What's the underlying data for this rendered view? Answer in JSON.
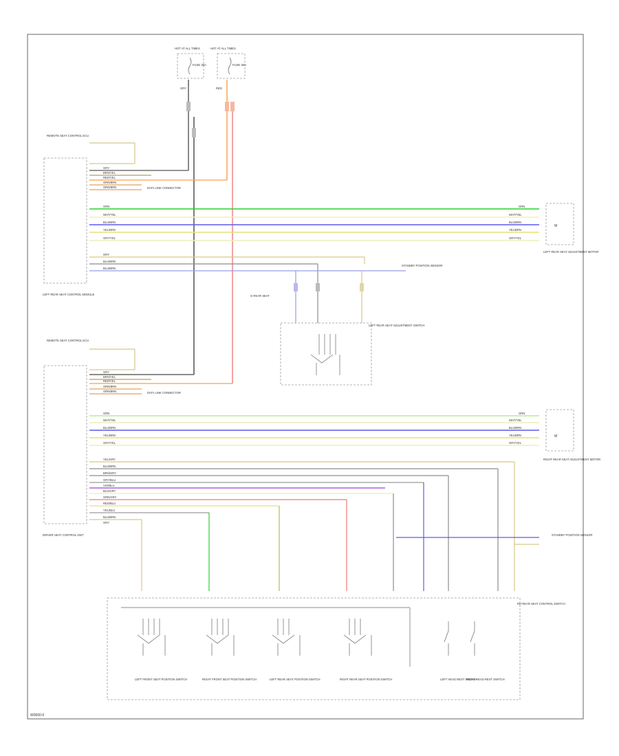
{
  "footer_code": "W0000-0",
  "colors": {
    "green": "#2bd12b",
    "blue": "#5a5af0",
    "yellow": "#e7e07a",
    "pale_yellow": "#eeeebb",
    "orange": "#f5a04a",
    "red": "#f07a7a",
    "grey": "#8c8c8c",
    "dark": "#333333",
    "tan": "#d8c68a",
    "violet": "#b060d8",
    "olive": "#9a9a60"
  },
  "fuses": [
    {
      "header": "HOT AT ALL TIMES",
      "label": "FUSE 35A",
      "wire": "GRY"
    },
    {
      "header": "HOT AT ALL TIMES",
      "label": "FUSE 30A",
      "wire": "RED"
    }
  ],
  "left_rear_module": {
    "label": "LEFT REAR SEAT CONTROL MODULE",
    "feed_label": "REMOTE SEAT CONTROL ECU",
    "pins": [
      "GRY",
      "BRN/YEL",
      "RED/YEL",
      "ORN/BRN",
      "ORN/BRN",
      "GRN",
      "WHT/YEL",
      "BLU/BRN",
      "YEL/BRN",
      "GRY/YEL",
      "GRY",
      "BLU/BRN",
      "BLU/BRN"
    ],
    "note": "DATA LINK CONNECTOR",
    "ground_label": "G REAR SEAT",
    "switch_label": "LEFT REAR SEAT ADJUSTMENT SWITCH",
    "sensor_label": "STANDBY POSITION SENSOR"
  },
  "right_module": {
    "label": "LEFT REAR SEAT ADJUSTMENT MOTOR",
    "pins": [
      "GRN",
      "WHT/YEL",
      "BLU/BRN",
      "YEL/BRN",
      "GRY/YEL"
    ]
  },
  "driver_module": {
    "label": "DRIVER SEAT CONTROL UNIT",
    "feed_label": "REMOTE SEAT CONTROL ECU",
    "pins": [
      "GRY",
      "BRN/YEL",
      "RED/YEL",
      "ORN/BRN",
      "ORN/BRN",
      "GRN",
      "WHT/YEL",
      "BLU/BRN",
      "YEL/BRN",
      "GRY/YEL",
      "YEL/GRY",
      "BLU/BRN",
      "BRN/GRY",
      "GRY/BLU",
      "VIO/BLU",
      "BLU/GRY",
      "GRN/GRY",
      "RED/BLU",
      "YEL/BLU",
      "BLU/BRN",
      "GRY"
    ],
    "note": "DATA LINK CONNECTOR"
  },
  "right_module2": {
    "label": "RIGHT REAR SEAT ADJUSTMENT MOTOR",
    "pins": [
      "GRN",
      "WHT/YEL",
      "BLU/BRN",
      "YEL/BRN",
      "GRY/YEL"
    ]
  },
  "side_note": "STANDBY POSITION SENSOR",
  "bottom_label": "RH REAR SEAT CONTROL SWITCH",
  "switches": [
    {
      "label": "LEFT FRONT SEAT POSITION SWITCH"
    },
    {
      "label": "RIGHT FRONT SEAT POSITION SWITCH"
    },
    {
      "label": "LEFT REAR SEAT POSITION SWITCH"
    },
    {
      "label": "RIGHT REAR SEAT POSITION SWITCH"
    },
    {
      "label": "LEFT HEAD REST SWITCH"
    },
    {
      "label": "RIGHT HEAD REST SWITCH"
    }
  ]
}
